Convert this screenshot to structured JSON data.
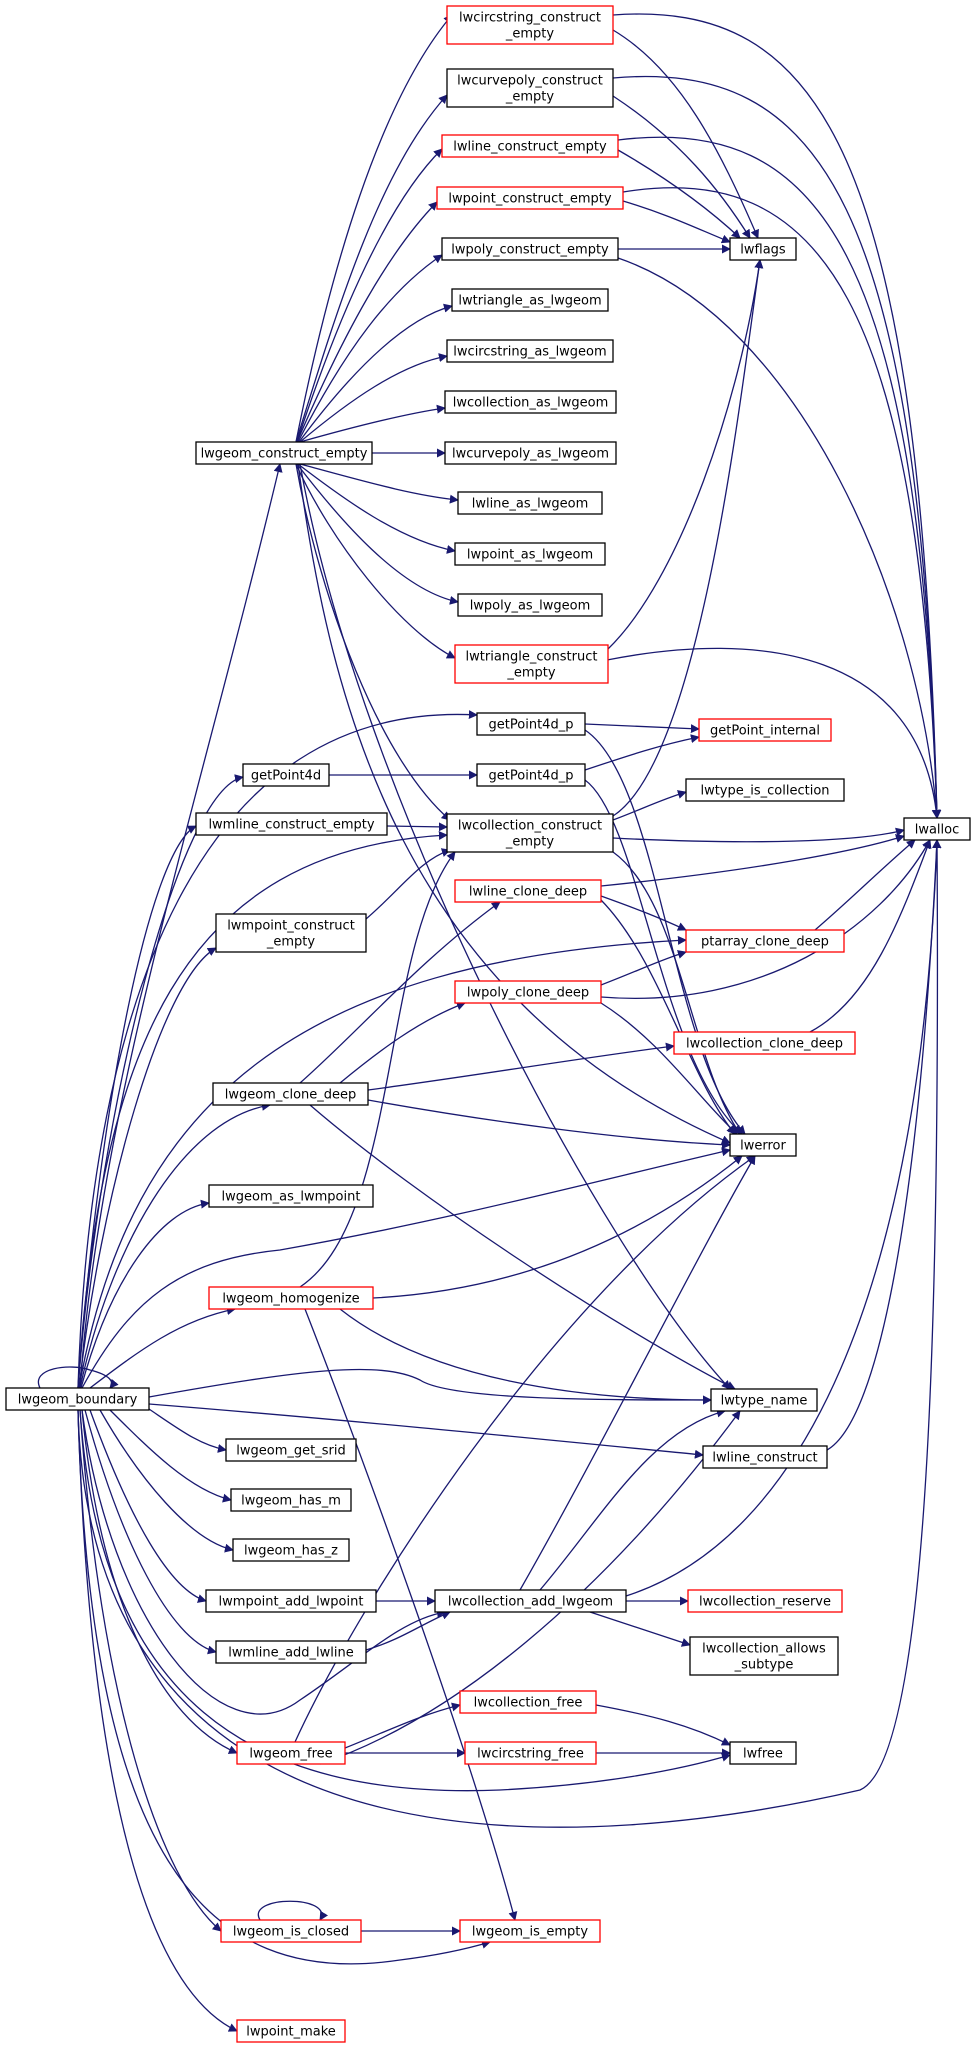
{
  "diagram": {
    "title": "",
    "colors": {
      "edge": "#191970",
      "normal_border": "#000000",
      "red_border": "#ff0000",
      "root_fill": "#bfbfbf",
      "node_fill": "#ffffff"
    },
    "nodes": [
      {
        "id": "lwcircstring_construct_empty",
        "lines": [
          "lwcircstring_construct",
          "_empty"
        ],
        "style": "red"
      },
      {
        "id": "lwcurvepoly_construct_empty",
        "lines": [
          "lwcurvepoly_construct",
          "_empty"
        ],
        "style": "normal"
      },
      {
        "id": "lwline_construct_empty",
        "lines": [
          "lwline_construct_empty"
        ],
        "style": "red"
      },
      {
        "id": "lwpoint_construct_empty",
        "lines": [
          "lwpoint_construct_empty"
        ],
        "style": "red"
      },
      {
        "id": "lwpoly_construct_empty",
        "lines": [
          "lwpoly_construct_empty"
        ],
        "style": "normal"
      },
      {
        "id": "lwflags",
        "lines": [
          "lwflags"
        ],
        "style": "normal"
      },
      {
        "id": "lwtriangle_as_lwgeom",
        "lines": [
          "lwtriangle_as_lwgeom"
        ],
        "style": "normal"
      },
      {
        "id": "lwcircstring_as_lwgeom",
        "lines": [
          "lwcircstring_as_lwgeom"
        ],
        "style": "normal"
      },
      {
        "id": "lwcollection_as_lwgeom",
        "lines": [
          "lwcollection_as_lwgeom"
        ],
        "style": "normal"
      },
      {
        "id": "lwgeom_construct_empty",
        "lines": [
          "lwgeom_construct_empty"
        ],
        "style": "normal"
      },
      {
        "id": "lwcurvepoly_as_lwgeom",
        "lines": [
          "lwcurvepoly_as_lwgeom"
        ],
        "style": "normal"
      },
      {
        "id": "lwline_as_lwgeom",
        "lines": [
          "lwline_as_lwgeom"
        ],
        "style": "normal"
      },
      {
        "id": "lwpoint_as_lwgeom",
        "lines": [
          "lwpoint_as_lwgeom"
        ],
        "style": "normal"
      },
      {
        "id": "lwpoly_as_lwgeom",
        "lines": [
          "lwpoly_as_lwgeom"
        ],
        "style": "normal"
      },
      {
        "id": "lwtriangle_construct_empty",
        "lines": [
          "lwtriangle_construct",
          "_empty"
        ],
        "style": "red"
      },
      {
        "id": "getPoint4d_p_1",
        "lines": [
          "getPoint4d_p"
        ],
        "style": "normal"
      },
      {
        "id": "getPoint_internal",
        "lines": [
          "getPoint_internal"
        ],
        "style": "red"
      },
      {
        "id": "getPoint4d",
        "lines": [
          "getPoint4d"
        ],
        "style": "normal"
      },
      {
        "id": "getPoint4d_p_2",
        "lines": [
          "getPoint4d_p"
        ],
        "style": "normal"
      },
      {
        "id": "lwtype_is_collection",
        "lines": [
          "lwtype_is_collection"
        ],
        "style": "normal"
      },
      {
        "id": "lwmline_construct_empty",
        "lines": [
          "lwmline_construct_empty"
        ],
        "style": "normal"
      },
      {
        "id": "lwcollection_construct_empty",
        "lines": [
          "lwcollection_construct",
          "_empty"
        ],
        "style": "normal"
      },
      {
        "id": "lwalloc",
        "lines": [
          "lwalloc"
        ],
        "style": "normal"
      },
      {
        "id": "lwline_clone_deep",
        "lines": [
          "lwline_clone_deep"
        ],
        "style": "red"
      },
      {
        "id": "lwmpoint_construct_empty",
        "lines": [
          "lwmpoint_construct",
          "_empty"
        ],
        "style": "normal"
      },
      {
        "id": "ptarray_clone_deep",
        "lines": [
          "ptarray_clone_deep"
        ],
        "style": "red"
      },
      {
        "id": "lwpoly_clone_deep",
        "lines": [
          "lwpoly_clone_deep"
        ],
        "style": "red"
      },
      {
        "id": "lwcollection_clone_deep",
        "lines": [
          "lwcollection_clone_deep"
        ],
        "style": "red"
      },
      {
        "id": "lwgeom_clone_deep",
        "lines": [
          "lwgeom_clone_deep"
        ],
        "style": "normal"
      },
      {
        "id": "lwerror",
        "lines": [
          "lwerror"
        ],
        "style": "normal"
      },
      {
        "id": "lwgeom_as_lwmpoint",
        "lines": [
          "lwgeom_as_lwmpoint"
        ],
        "style": "normal"
      },
      {
        "id": "lwgeom_homogenize",
        "lines": [
          "lwgeom_homogenize"
        ],
        "style": "red"
      },
      {
        "id": "lwgeom_boundary",
        "lines": [
          "lwgeom_boundary"
        ],
        "style": "root"
      },
      {
        "id": "lwtype_name",
        "lines": [
          "lwtype_name"
        ],
        "style": "normal"
      },
      {
        "id": "lwgeom_get_srid",
        "lines": [
          "lwgeom_get_srid"
        ],
        "style": "normal"
      },
      {
        "id": "lwline_construct",
        "lines": [
          "lwline_construct"
        ],
        "style": "normal"
      },
      {
        "id": "lwgeom_has_m",
        "lines": [
          "lwgeom_has_m"
        ],
        "style": "normal"
      },
      {
        "id": "lwgeom_has_z",
        "lines": [
          "lwgeom_has_z"
        ],
        "style": "normal"
      },
      {
        "id": "lwmpoint_add_lwpoint",
        "lines": [
          "lwmpoint_add_lwpoint"
        ],
        "style": "normal"
      },
      {
        "id": "lwcollection_add_lwgeom",
        "lines": [
          "lwcollection_add_lwgeom"
        ],
        "style": "normal"
      },
      {
        "id": "lwcollection_reserve",
        "lines": [
          "lwcollection_reserve"
        ],
        "style": "red"
      },
      {
        "id": "lwmline_add_lwline",
        "lines": [
          "lwmline_add_lwline"
        ],
        "style": "normal"
      },
      {
        "id": "lwcollection_allows_subtype",
        "lines": [
          "lwcollection_allows",
          "_subtype"
        ],
        "style": "normal"
      },
      {
        "id": "lwcollection_free",
        "lines": [
          "lwcollection_free"
        ],
        "style": "red"
      },
      {
        "id": "lwgeom_free",
        "lines": [
          "lwgeom_free"
        ],
        "style": "red"
      },
      {
        "id": "lwcircstring_free",
        "lines": [
          "lwcircstring_free"
        ],
        "style": "red"
      },
      {
        "id": "lwfree",
        "lines": [
          "lwfree"
        ],
        "style": "normal"
      },
      {
        "id": "lwgeom_is_closed",
        "lines": [
          "lwgeom_is_closed"
        ],
        "style": "red"
      },
      {
        "id": "lwgeom_is_empty",
        "lines": [
          "lwgeom_is_empty"
        ],
        "style": "red"
      },
      {
        "id": "lwpoint_make",
        "lines": [
          "lwpoint_make"
        ],
        "style": "red"
      }
    ]
  }
}
